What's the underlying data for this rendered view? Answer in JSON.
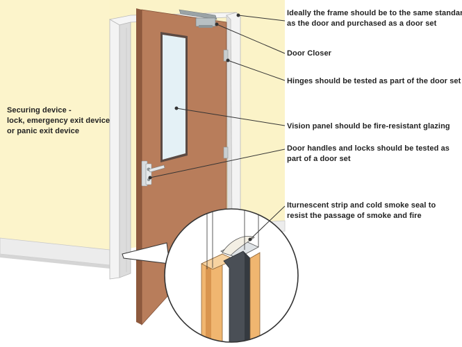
{
  "labels": {
    "frame": [
      "Ideally the frame should be to the same standard",
      "as the door and purchased as a door set"
    ],
    "closer": [
      "Door Closer"
    ],
    "hinges": [
      "Hinges should be tested as part of the door set"
    ],
    "vision": [
      "Vision panel should be fire-resistant glazing"
    ],
    "handles": [
      "Door handles and locks should be tested as",
      "part of a door set"
    ],
    "strip": [
      "Iturnescent strip and cold smoke seal to",
      "resist the passage of smoke and fire"
    ],
    "securing": [
      "Securing device -",
      "lock, emergency exit device",
      "or panic exit device"
    ]
  },
  "colors": {
    "wall": "#fbf3c8",
    "door": "#b87d5b",
    "door_edge": "#8e5a3e",
    "frame": "#f2f2f2",
    "glass": "#e4f1f6",
    "seal": "#4a4f56",
    "intumescent": "#f0b670"
  }
}
